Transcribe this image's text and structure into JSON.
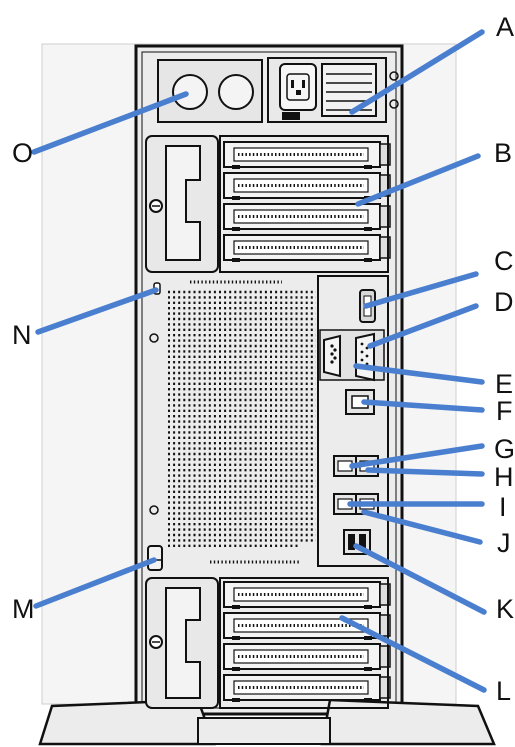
{
  "callouts": [
    {
      "id": "A",
      "text": "A"
    },
    {
      "id": "B",
      "text": "B"
    },
    {
      "id": "C",
      "text": "C"
    },
    {
      "id": "D",
      "text": "D"
    },
    {
      "id": "E",
      "text": "E"
    },
    {
      "id": "F",
      "text": "F"
    },
    {
      "id": "G",
      "text": "G"
    },
    {
      "id": "H",
      "text": "H"
    },
    {
      "id": "I",
      "text": "I"
    },
    {
      "id": "J",
      "text": "J"
    },
    {
      "id": "K",
      "text": "K"
    },
    {
      "id": "L",
      "text": "L"
    },
    {
      "id": "M",
      "text": "M"
    },
    {
      "id": "N",
      "text": "N"
    },
    {
      "id": "O",
      "text": "O"
    }
  ],
  "colors": {
    "leader_line": "#4a7fd0",
    "chassis_fill": "#ededed",
    "outline": "#111111",
    "background": "#ffffff"
  }
}
